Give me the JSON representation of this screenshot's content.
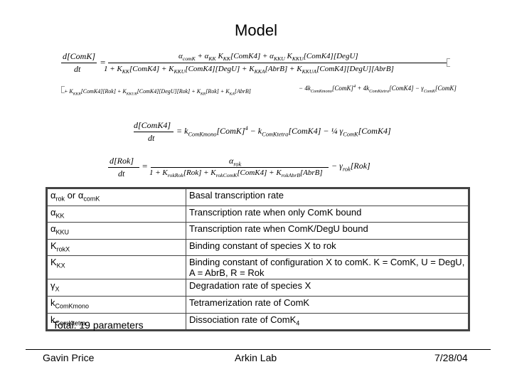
{
  "title": "Model",
  "equations": {
    "eq1": {
      "lhs_num": "d[ComK]",
      "lhs_den": "dt",
      "rhs_num": "α_comK + α_KK K_KK [ComK4] + α_KKU K_KKU [ComK4][DegU]",
      "rhs_den": "1 + K_KK [ComK4] + K_KKU [ComK4][DegU] + K_KKA [AbrB] + K_KKUA [ComK4][DegU][AbrB]",
      "cont_den": "+ K_KKR [ComK4][Rok] + K_KKUR [ComK4][DegU][Rok] + K_KR [Rok] + K_KA [AbrB]",
      "cont_tail": "− 4k_ComKmono [ComK]^4 + 4k_ComKtetra [ComK4] − γ_ComK [ComK]"
    },
    "eq2": {
      "lhs_num": "d[ComK4]",
      "lhs_den": "dt",
      "rhs": "= k_ComKmono [ComK]^4 − k_ComKtetra [ComK4] − ¼ γ_ComK [ComK4]"
    },
    "eq3": {
      "lhs_num": "d[Rok]",
      "lhs_den": "dt",
      "rhs_num": "α_rok",
      "rhs_den": "1 + K_rokRok [Rok] + K_rokComK [ComK4] + K_rokAbrB [AbrB]",
      "tail": "− γ_rok [Rok]"
    }
  },
  "parameters": [
    {
      "symbol": "αrok or αcomK",
      "description": "Basal transcription rate"
    },
    {
      "symbol": "αKK",
      "description": "Transcription rate when only ComK bound"
    },
    {
      "symbol": "αKKU",
      "description": "Transcription rate when ComK/DegU bound"
    },
    {
      "symbol": "KrokX",
      "description": "Binding constant of species X to rok"
    },
    {
      "symbol": "KKX",
      "description": "Binding constant of configuration X to comK. K = ComK, U = DegU, A = AbrB, R = Rok"
    },
    {
      "symbol": "γX",
      "description": "Degradation rate of species X"
    },
    {
      "symbol": "kComKmono",
      "description": "Tetramerization rate of ComK"
    },
    {
      "symbol": "kComKtetra",
      "description": "Dissociation rate of ComK4"
    }
  ],
  "total": "Total: 19 parameters",
  "footer": {
    "left": "Gavin Price",
    "center": "Arkin Lab",
    "right": "7/28/04"
  }
}
